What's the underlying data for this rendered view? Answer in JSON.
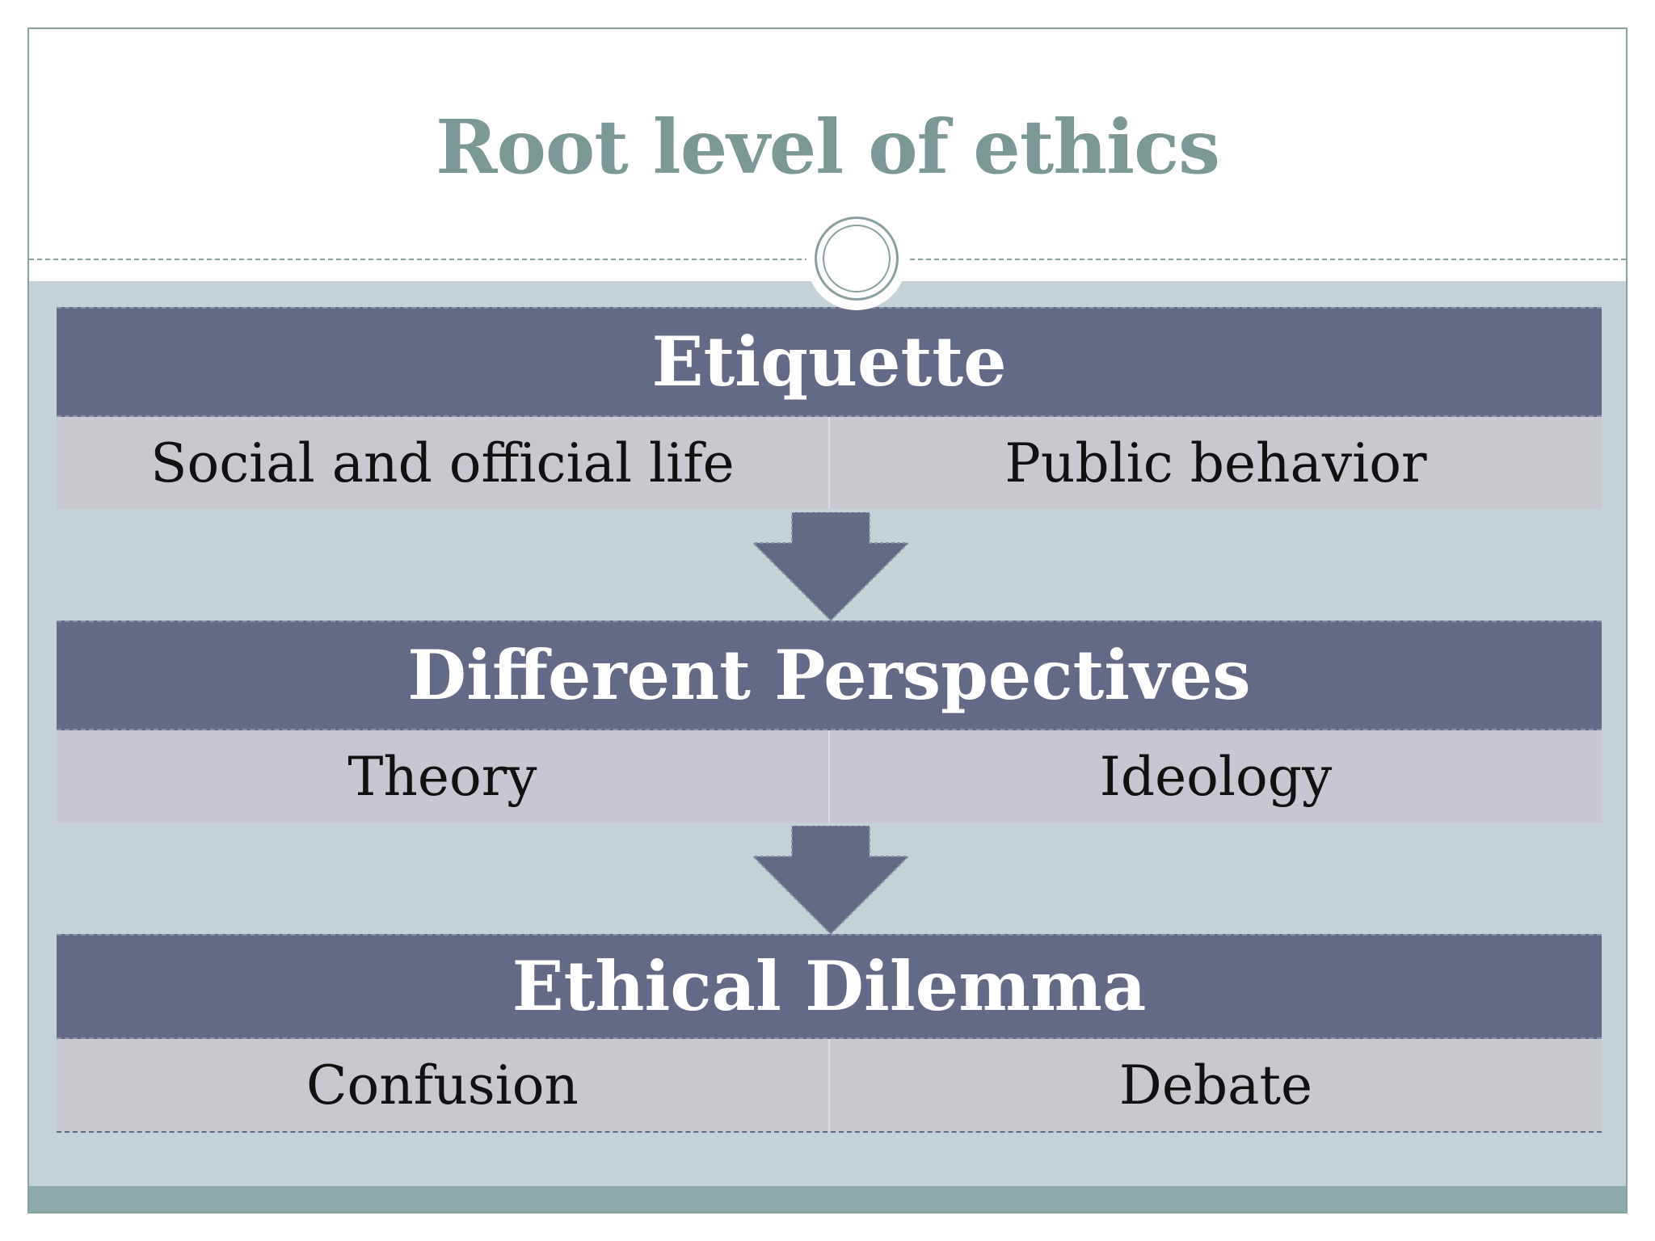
{
  "slide": {
    "title": "Root level of ethics"
  },
  "colors": {
    "title": "#7c9894",
    "header_bar": "#646a86",
    "content_background": "#c4d2d8",
    "footer_band": "#8ea9a9",
    "arrow": "#646a86"
  },
  "levels": [
    {
      "heading": "Etiquette",
      "items": [
        "Social and official life",
        "Public behavior"
      ],
      "row_color": "#c8c9ce"
    },
    {
      "heading": "Different Perspectives",
      "items": [
        "Theory",
        "Ideology"
      ],
      "row_color": "#c7c6d1"
    },
    {
      "heading": "Ethical Dilemma",
      "items": [
        "Confusion",
        "Debate"
      ],
      "row_color": "#c8c9ce"
    }
  ]
}
